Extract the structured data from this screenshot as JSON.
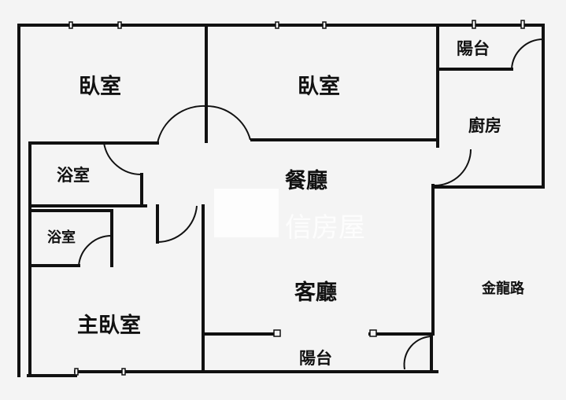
{
  "rooms": {
    "bedroom1": "臥室",
    "bedroom2": "臥室",
    "balcony_top": "陽台",
    "kitchen": "廚房",
    "bath1": "浴室",
    "dining": "餐廳",
    "bath2": "浴室",
    "living": "客廳",
    "master": "主臥室",
    "balcony_bottom": "陽台"
  },
  "street": "金龍路",
  "watermark": "信房屋"
}
